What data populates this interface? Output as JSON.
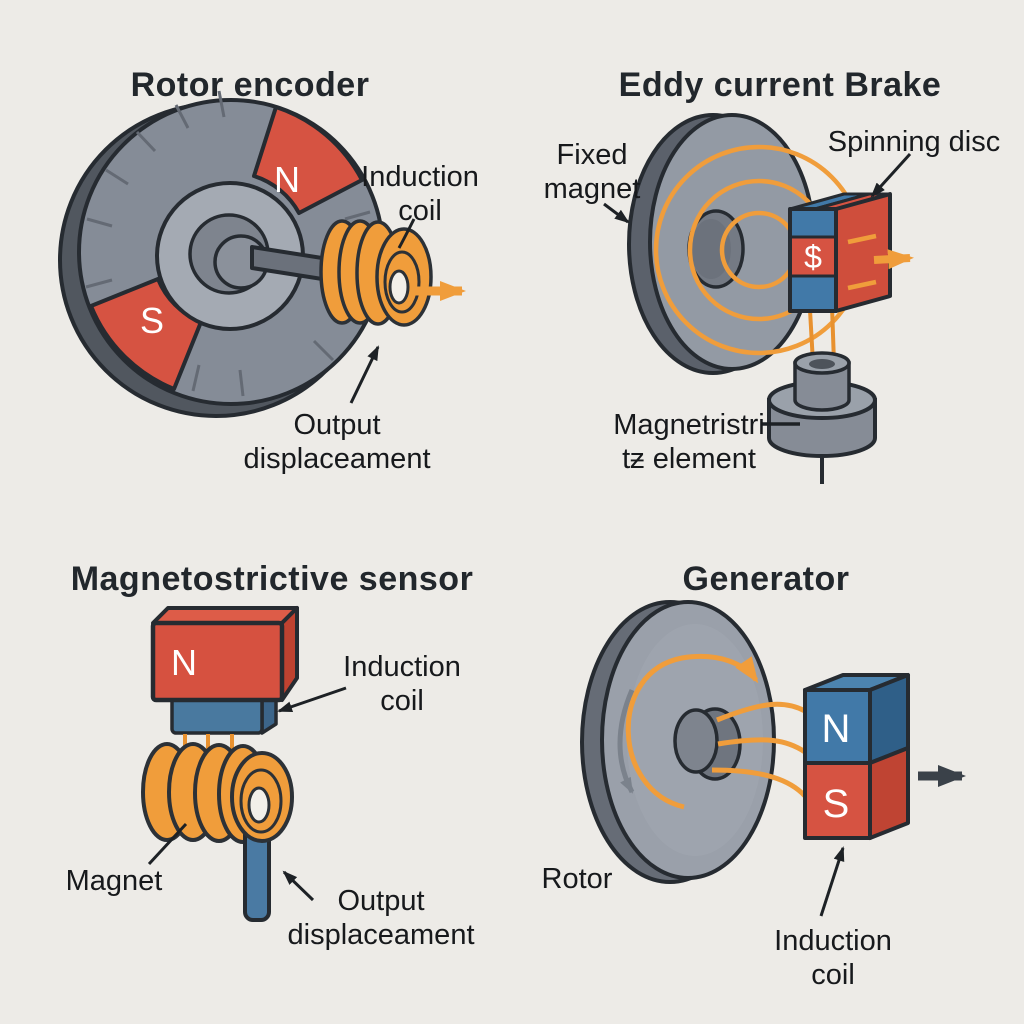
{
  "background_color": "#edebe7",
  "accent_colors": {
    "orange": "#f09d3b",
    "red": "#d65342",
    "blue": "#4179a8",
    "disc_gray": "#8d949f",
    "text": "#17191c"
  },
  "panels": {
    "rotor_encoder": {
      "title": "Rotor encoder",
      "magnet_pole_top": "N",
      "magnet_pole_bottom": "S",
      "label_induction_coil": [
        "Induction",
        "coil"
      ],
      "label_output": [
        "Output",
        "displaceament"
      ]
    },
    "eddy_current_brake": {
      "title": "Eddy current Brake",
      "label_fixed_magnet": [
        "Fixed",
        "magnet"
      ],
      "label_spinning_disc": "Spinning disc",
      "label_element": [
        "Magnetristri",
        "tƶ element"
      ],
      "magnet_symbol": "$"
    },
    "magnetostrictive_sensor": {
      "title": "Magnetostrictive sensor",
      "magnet_pole": "N",
      "label_induction_coil": [
        "Induction",
        "coil"
      ],
      "label_magnet": "Magnet",
      "label_output": [
        "Output",
        "displaceament"
      ]
    },
    "generator": {
      "title": "Generator",
      "magnet_pole_top": "N",
      "magnet_pole_bottom": "S",
      "label_rotor": "Rotor",
      "label_induction_coil": [
        "Induction",
        "coil"
      ]
    }
  }
}
